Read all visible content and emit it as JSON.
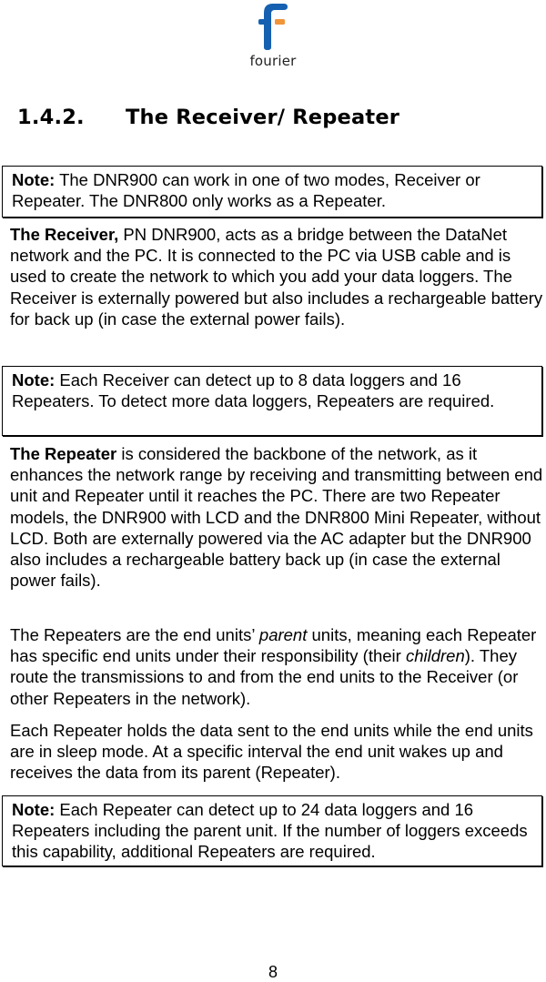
{
  "header": {
    "logo": {
      "name": "fourier-logo",
      "wordmark": "fourier",
      "colors": {
        "blue": "#1560b0",
        "orange": "#f0953a"
      }
    }
  },
  "section": {
    "number": "1.4.2.",
    "title": "The Receiver/ Repeater"
  },
  "notes": [
    {
      "label": "Note:",
      "text": " The DNR900 can work in one of two modes, Receiver or Repeater. The DNR800 only works as a Repeater."
    },
    {
      "label": "Note:",
      "text": " Each Receiver can detect up to 8 data loggers and 16 Repeaters. To detect more data loggers, Repeaters are required."
    },
    {
      "label": "Note:",
      "text": " Each Repeater can detect up to 24 data loggers and 16 Repeaters including the parent unit. If the number of loggers exceeds this capability, additional Repeaters are required."
    }
  ],
  "paragraphs": {
    "receiver": {
      "bold": "The Receiver,",
      "text": " PN DNR900, acts as a bridge between the DataNet network and the PC. It is connected to the PC via USB cable and is used to create the network to which you add your data loggers. The Receiver is externally powered but also includes a rechargeable battery for back up (in case the external power fails)."
    },
    "repeater": {
      "bold": "The Repeater",
      "text": " is considered the backbone of the network, as it enhances the network range by receiving and transmitting between end unit and Repeater until it reaches the PC. There are two Repeater models, the DNR900 with LCD and the DNR800 Mini Repeater, without LCD. Both are externally powered via the AC adapter but the DNR900 also includes a rechargeable battery back up (in case the external power fails)."
    },
    "parents": {
      "part1": "The Repeaters are the end units’ ",
      "italic1": "parent",
      "part2": " units, meaning each Repeater has specific end units under their responsibility (their ",
      "italic2": "children",
      "part3": "). They route the transmissions to and from the end units to the Receiver (or other Repeaters in the network)."
    },
    "sleep": {
      "text": "Each Repeater holds the data sent to the end units while the end units are in sleep mode. At a specific interval the end unit wakes up and receives the data from its parent (Repeater)."
    }
  },
  "footer": {
    "page_number": "8"
  }
}
